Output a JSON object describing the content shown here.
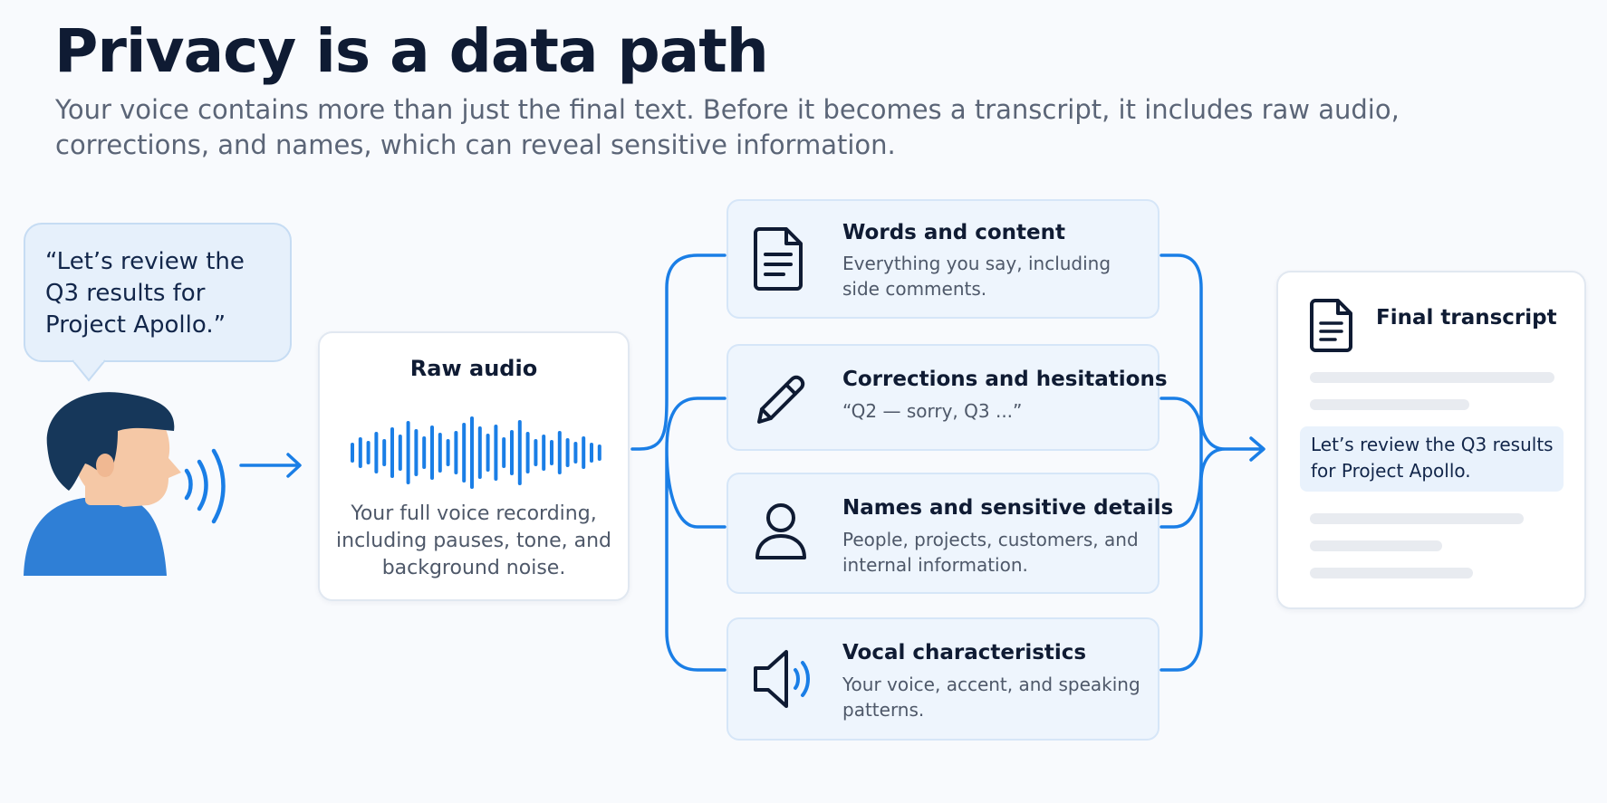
{
  "header": {
    "title": "Privacy is a data path",
    "subtitle": "Your voice contains more than just the final text. Before it becomes a transcript, it includes raw audio, corrections, and names, which can reveal sensitive information."
  },
  "speech_bubble": {
    "quote": "“Let’s review the Q3 results for Project Apollo.”"
  },
  "raw_audio": {
    "title": "Raw audio",
    "description": "Your full voice recording, including pauses, tone, and background noise."
  },
  "categories": [
    {
      "icon": "document-icon",
      "title": "Words and content",
      "description": "Everything you say, including side comments."
    },
    {
      "icon": "pencil-icon",
      "title": "Corrections and hesitations",
      "description": "“Q2 — sorry, Q3 ...”"
    },
    {
      "icon": "person-icon",
      "title": "Names and sensitive details",
      "description": "People, projects, customers, and internal information."
    },
    {
      "icon": "speaker-icon",
      "title": "Vocal characteristics",
      "description": "Your voice, accent, and speaking patterns."
    }
  ],
  "final_transcript": {
    "title": "Final transcript",
    "highlight": "Let’s review the Q3 results for Project Apollo."
  },
  "colors": {
    "accent": "#1a7ee6",
    "navy": "#0f1b33",
    "card_tint": "#eef5fd",
    "bubble": "#e6f0fb",
    "skin": "#f5c8a6",
    "hair": "#16375a",
    "shirt": "#2f7fd6"
  }
}
